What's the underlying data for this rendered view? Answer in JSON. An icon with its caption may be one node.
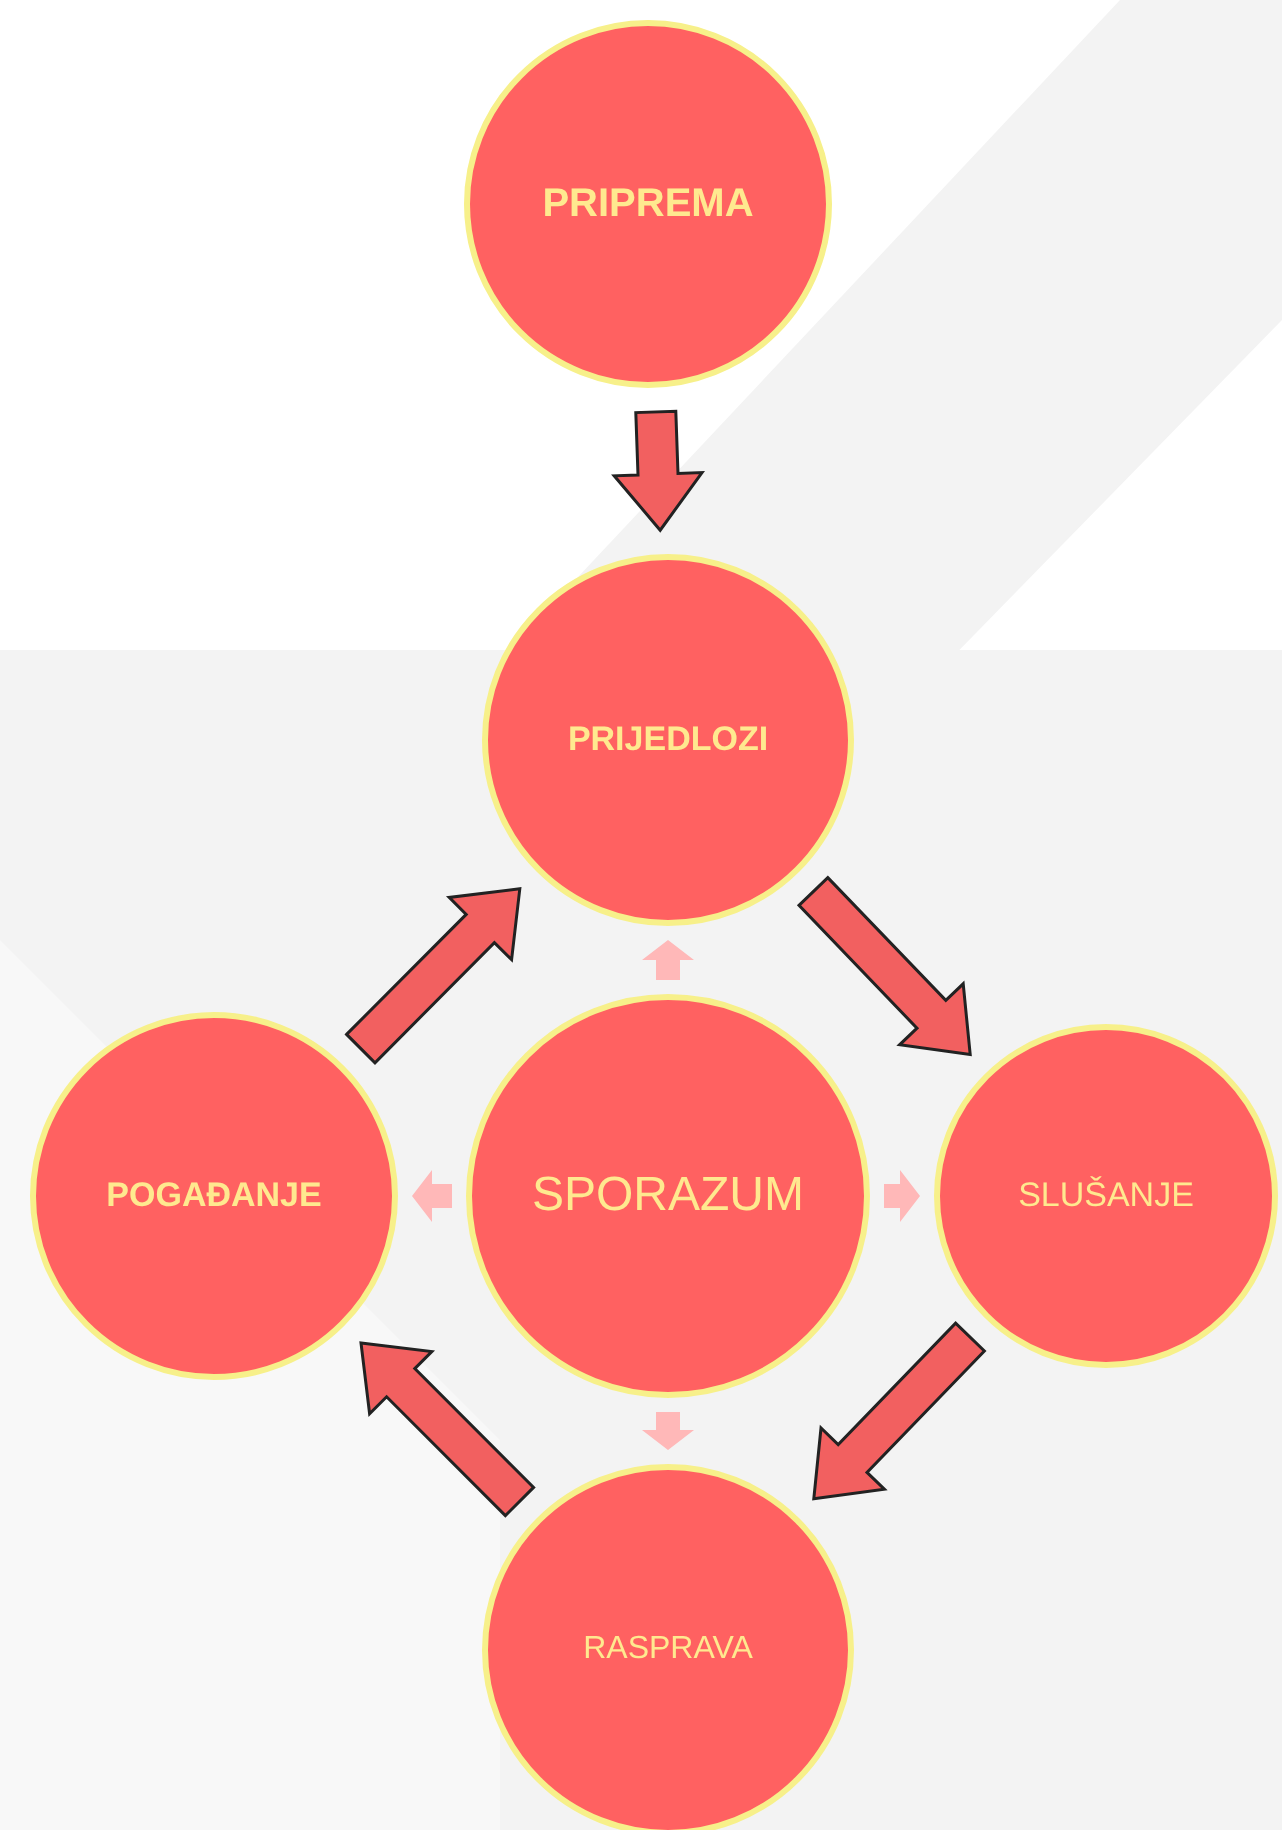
{
  "diagram": {
    "nodes": [
      {
        "text": [
          "PRIPREMA"
        ]
      },
      {
        "text": [
          "PRIJEDLOZI"
        ]
      },
      {
        "text": [
          "SPORAZUM"
        ]
      },
      {
        "text": [
          "POGAĐANJE"
        ]
      },
      {
        "text": [
          "SLUŠANJE"
        ]
      },
      {
        "text": [
          "RASPRAVA"
        ]
      }
    ],
    "edges": [
      {
        "from": 0,
        "to": 1,
        "arrow": "to"
      },
      {
        "from": 1,
        "to": 4,
        "arrow": "to"
      },
      {
        "from": 4,
        "to": 5,
        "arrow": "to"
      },
      {
        "from": 5,
        "to": 3,
        "arrow": "to"
      },
      {
        "from": 3,
        "to": 1,
        "arrow": "to"
      },
      {
        "from": 2,
        "to": 1,
        "arrow": "to",
        "color": "#ffb8b8"
      },
      {
        "from": 2,
        "to": 3,
        "arrow": "to",
        "color": "#ffb8b8"
      },
      {
        "from": 2,
        "to": 4,
        "arrow": "to",
        "color": "#ffb8b8"
      },
      {
        "from": 2,
        "to": 5,
        "arrow": "to",
        "color": "#ffb8b8"
      }
    ]
  }
}
